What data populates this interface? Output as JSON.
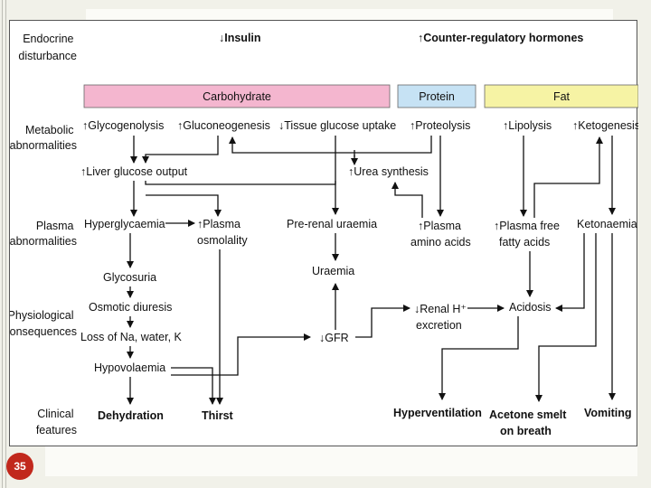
{
  "slide_number": "35",
  "row_labels": {
    "endocrine": [
      "Endocrine",
      "disturbance"
    ],
    "metabolic": [
      "Metabolic",
      "abnormalities"
    ],
    "plasma": [
      "Plasma",
      "abnormalities"
    ],
    "physiological": [
      "Physiological",
      "consequences"
    ],
    "clinical": [
      "Clinical",
      "features"
    ]
  },
  "endocrine": {
    "insulin": "↓Insulin",
    "counter": "↑Counter-regulatory hormones"
  },
  "categories": {
    "carbohydrate": "Carbohydrate",
    "protein": "Protein",
    "fat": "Fat"
  },
  "colors": {
    "carbohydrate": "#f4b6cf",
    "protein": "#c6e2f4",
    "fat": "#f6f3a4",
    "page_number_bg": "#c1281c"
  },
  "metabolic": {
    "glycogenolysis": "↑Glycogenolysis",
    "gluconeogenesis": "↑Gluconeogenesis",
    "tissue_uptake": "↓Tissue glucose uptake",
    "proteolysis": "↑Proteolysis",
    "lipolysis": "↑Lipolysis",
    "ketogenesis": "↑Ketogenesis",
    "liver_output": "↑Liver glucose output",
    "urea_synthesis": "↑Urea synthesis"
  },
  "plasma": {
    "hyperglycaemia": "Hyperglycaemia",
    "plasma_osmolality": [
      "↑Plasma",
      "osmolality"
    ],
    "prerenal_uraemia": "Pre-renal uraemia",
    "plasma_amino_acids": [
      "↑Plasma",
      "amino acids"
    ],
    "plasma_ffa": [
      "↑Plasma free",
      "fatty acids"
    ],
    "ketonaemia": "Ketonaemia"
  },
  "physiological": {
    "glycosuria": "Glycosuria",
    "osmotic_diuresis": "Osmotic diuresis",
    "loss": "Loss of Na, water, K",
    "hypovolaemia": "Hypovolaemia",
    "uraemia": "Uraemia",
    "gfr": "↓GFR",
    "renal_h": [
      "↓Renal H⁺",
      "excretion"
    ],
    "acidosis": "Acidosis"
  },
  "clinical": {
    "dehydration": "Dehydration",
    "thirst": "Thirst",
    "hyperventilation": "Hyperventilation",
    "acetone": [
      "Acetone smelt",
      "on breath"
    ],
    "vomiting": "Vomiting"
  }
}
